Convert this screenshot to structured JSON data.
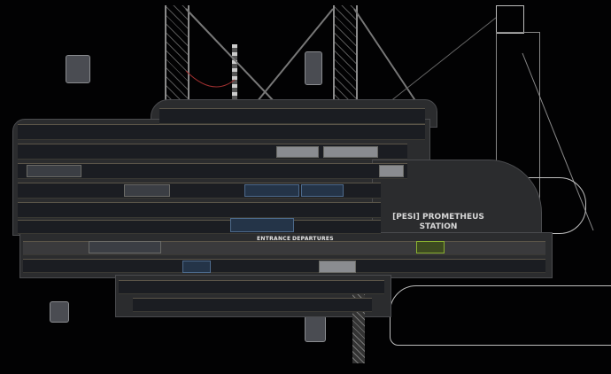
{
  "station": {
    "name_line1": "[PESI] PROMETHEUS",
    "name_line2": "STATION"
  },
  "signs": {
    "entrance": "ENTRANCE",
    "departures": "DEPARTURES"
  },
  "colors": {
    "background": "#020203",
    "hull": "#2b2c2e",
    "accent_blue": "#4d6a8c"
  }
}
